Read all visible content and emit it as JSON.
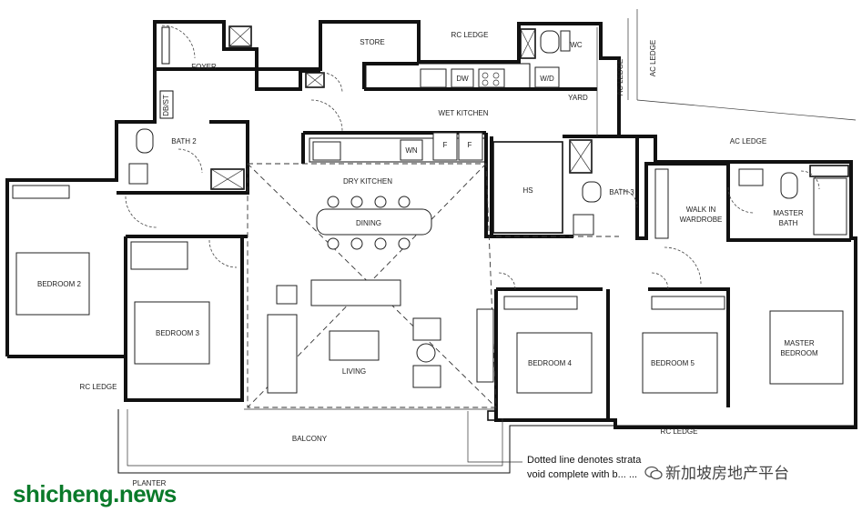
{
  "rooms": {
    "foyer": "FOYER",
    "store": "STORE",
    "rc_ledge_top": "RC LEDGE",
    "wc": "WC",
    "ac_ledge_left": "AC LEDGE",
    "ac_ledge_right": "AC LEDGE",
    "ac_ledge_mid": "AC LEDGE",
    "dw": "DW",
    "wd": "W/D",
    "yard": "YARD",
    "db_st": "DB/ST",
    "wet_kitchen": "WET KITCHEN",
    "bath2": "BATH 2",
    "wn": "WN",
    "fridge1": "F",
    "fridge2": "F",
    "dry_kitchen": "DRY KITCHEN",
    "dining": "DINING",
    "hs": "HS",
    "bath3": "BATH 3",
    "walk_in_1": "WALK IN",
    "walk_in_2": "WARDROBE",
    "master_bath_1": "MASTER",
    "master_bath_2": "BATH",
    "bedroom2": "BEDROOM 2",
    "bedroom3": "BEDROOM 3",
    "living": "LIVING",
    "bedroom4": "BEDROOM 4",
    "bedroom5": "BEDROOM 5",
    "master_bedroom_1": "MASTER",
    "master_bedroom_2": "BEDROOM",
    "rc_ledge_left": "RC LEDGE",
    "rc_ledge_bottom": "RC LEDGE",
    "balcony": "BALCONY",
    "planter": "PLANTER"
  },
  "note": {
    "line1": "Dotted line denotes strata",
    "line2": "void complete with b... ..."
  },
  "watermarks": {
    "site": "shicheng.news",
    "channel": "新加坡房地产平台"
  }
}
